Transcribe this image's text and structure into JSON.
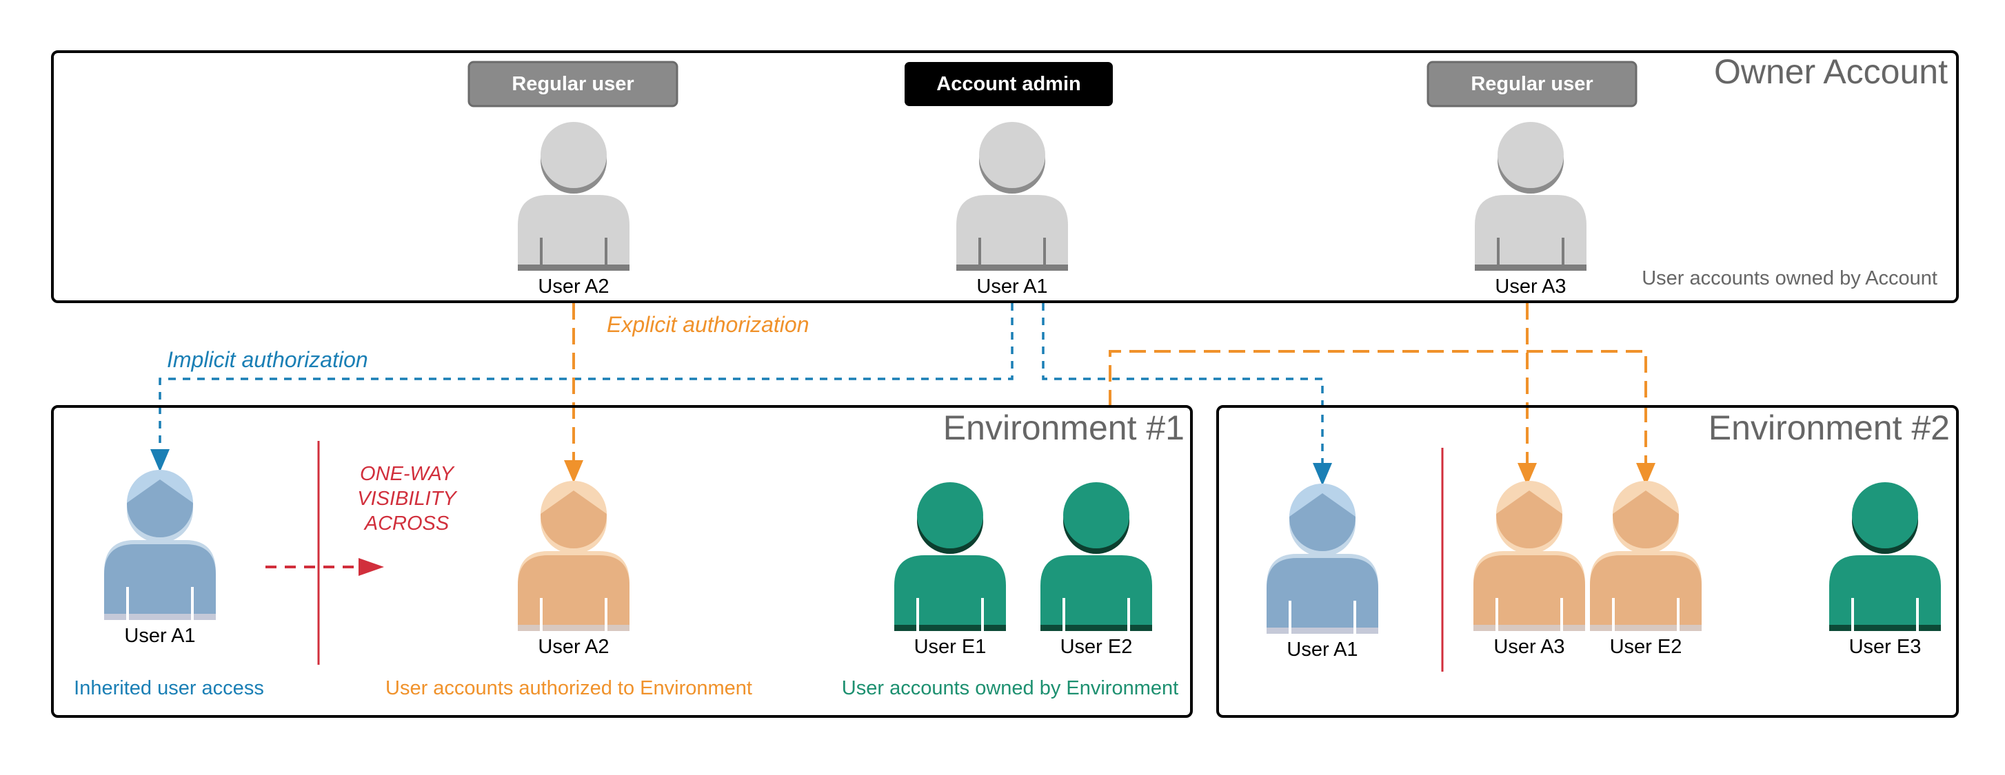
{
  "owner": {
    "title": "Owner Account",
    "caption": "User accounts owned by Account",
    "badges": [
      "Regular user",
      "Account admin",
      "Regular user"
    ],
    "users": [
      "User A2",
      "User A1",
      "User A3"
    ]
  },
  "links": {
    "explicit": "Explicit authorization",
    "implicit": "Implicit authorization"
  },
  "env1": {
    "title": "Environment #1",
    "visibility": [
      "ONE-WAY",
      "VISIBILITY",
      "ACROSS"
    ],
    "users": [
      "User A1",
      "User A2",
      "User E1",
      "User E2"
    ],
    "captions": [
      "Inherited user access",
      "User accounts authorized to Environment",
      "User accounts owned by Environment"
    ]
  },
  "env2": {
    "title": "Environment #2",
    "users": [
      "User A1",
      "User A3",
      "User E2",
      "User E3"
    ]
  },
  "colors": {
    "grey_user": "#d3d3d3",
    "blue_user": "#86a9c9",
    "orange_user": "#e7b182",
    "green_user": "#1d977b",
    "blue_line": "#1a7fb5",
    "orange_line": "#f0922b",
    "red_line": "#d12f3c"
  }
}
